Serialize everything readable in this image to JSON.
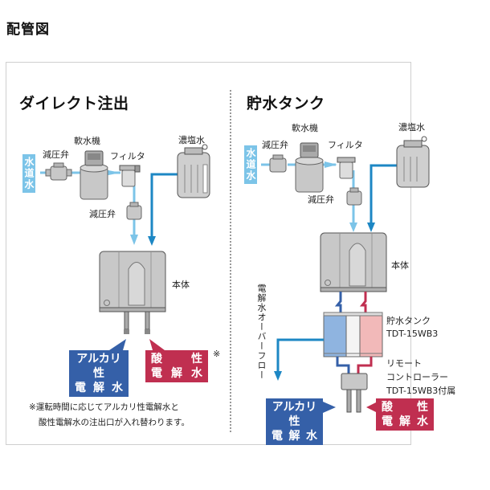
{
  "page": {
    "title": "配管図"
  },
  "left": {
    "heading": "ダイレクト注出",
    "tap_water": "水道水",
    "softener": "軟水機",
    "reducing_valve_1": "減圧弁",
    "filter": "フィルタ",
    "brine": "濃塩水",
    "reducing_valve_2": "減圧弁",
    "main_unit": "本体",
    "alkaline": {
      "line1": [
        "アルカリ性"
      ],
      "line2": [
        "電",
        "解",
        "水"
      ]
    },
    "acidic": {
      "line1": [
        "酸",
        "性"
      ],
      "line2": [
        "電",
        "解",
        "水"
      ]
    },
    "asterisk": "※",
    "note_line1": "※運転時間に応じてアルカリ性電解水と",
    "note_line2": "酸性電解水の注出口が入れ替わります。"
  },
  "right": {
    "heading": "貯水タンク",
    "tap_water": "水道水",
    "softener": "軟水機",
    "reducing_valve_1": "減圧弁",
    "filter": "フィルタ",
    "brine": "濃塩水",
    "reducing_valve_2": "減圧弁",
    "main_unit": "本体",
    "overflow": "電解水オーバーフロー",
    "tank_label": "貯水タンク",
    "tank_model": "TDT-15WB3",
    "remote_label_1": "リモート",
    "remote_label_2": "コントローラー",
    "remote_label_3": "TDT-15WB3付属",
    "alkaline": {
      "line1": [
        "アルカリ性"
      ],
      "line2": [
        "電",
        "解",
        "水"
      ]
    },
    "acidic": {
      "line1": [
        "酸",
        "性"
      ],
      "line2": [
        "電",
        "解",
        "水"
      ]
    }
  },
  "colors": {
    "water_light": "#7cc4e8",
    "water_dark": "#1d87c4",
    "alkaline_blue": "#3560a8",
    "acidic_red": "#c02f50",
    "tank_blue": "#8fb4e0",
    "tank_pink": "#f2b9b9",
    "device_gray": "#c8c8c8"
  }
}
